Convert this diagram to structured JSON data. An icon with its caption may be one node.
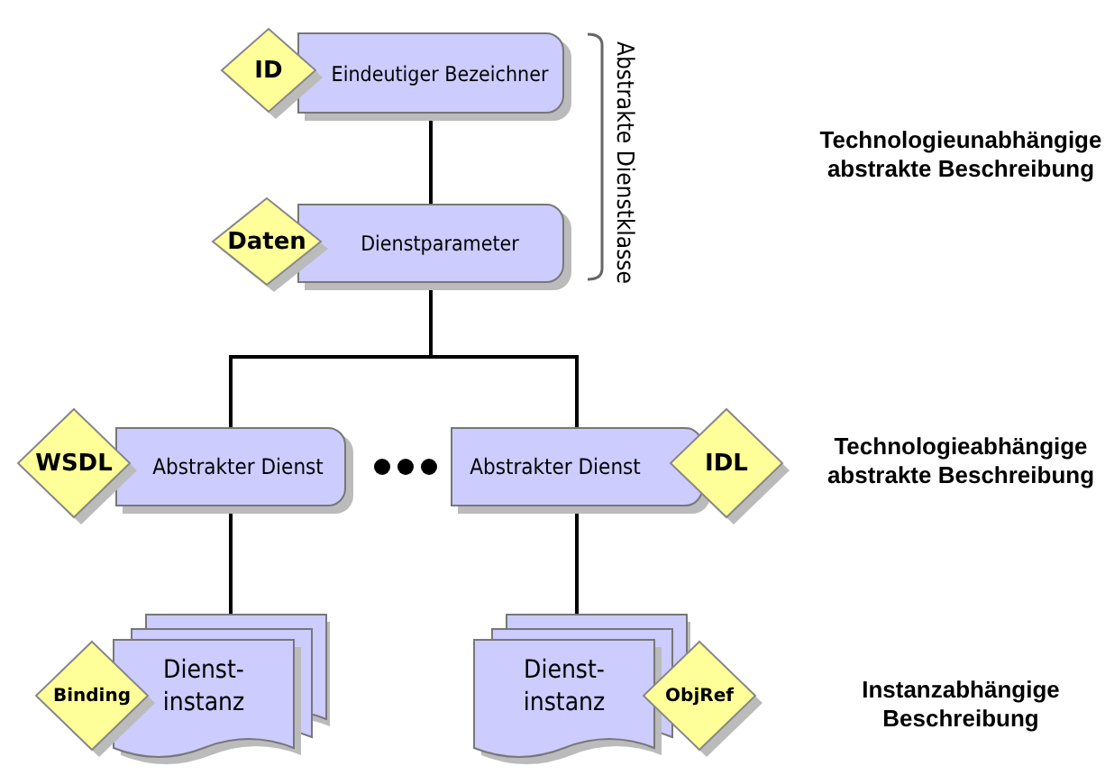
{
  "diagram": {
    "nodes": [
      {
        "text": [
          "ID"
        ]
      },
      {
        "text": [
          "Eindeutiger Bezeichner"
        ]
      },
      {
        "text": [
          "Daten"
        ]
      },
      {
        "text": [
          "Dienstparameter"
        ]
      },
      {
        "text": [
          "WSDL"
        ]
      },
      {
        "text": [
          "Abstrakter Dienst"
        ]
      },
      {
        "text": [
          "Abstrakter Dienst"
        ]
      },
      {
        "text": [
          "IDL"
        ]
      },
      {
        "text": [
          "Dienst- instanz"
        ]
      },
      {
        "text": [
          "Binding"
        ]
      },
      {
        "text": [
          "Dienst- instanz"
        ]
      },
      {
        "text": [
          "ObjRef"
        ]
      }
    ],
    "edges": [
      {
        "from": 1,
        "to": 3,
        "arrow": "none"
      },
      {
        "from": 3,
        "to": 5,
        "arrow": "none"
      },
      {
        "from": 3,
        "to": 6,
        "arrow": "none"
      },
      {
        "from": 5,
        "to": 8,
        "arrow": "none"
      },
      {
        "from": 6,
        "to": 10,
        "arrow": "none"
      }
    ],
    "labels": [
      "Abstrakte Dienstklasse",
      "Technologieunabhängige abstrakte Beschreibung",
      "Technologieabhängige abstrakte Beschreibung",
      "Instanzabhängige Beschreibung"
    ]
  }
}
